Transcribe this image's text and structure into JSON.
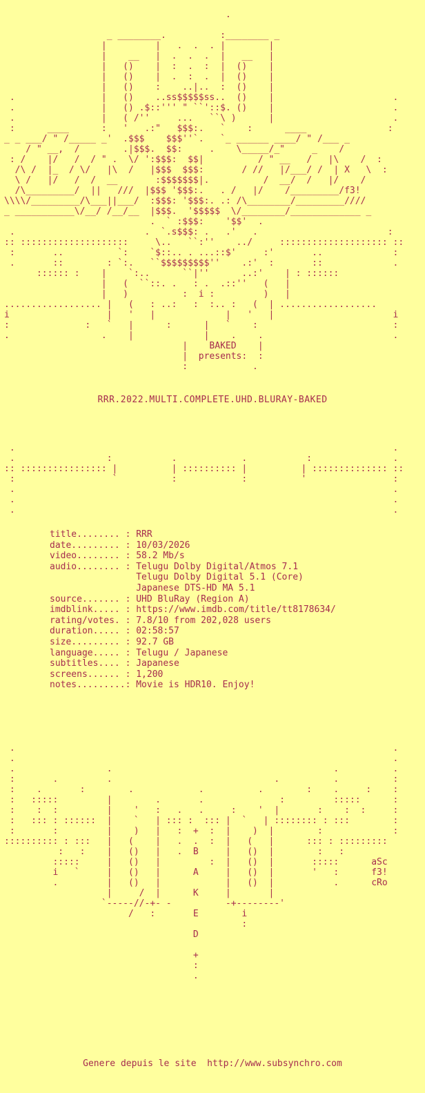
{
  "page": {
    "background_color": "#ffff9e",
    "text_color": "#a62c4e"
  },
  "release": {
    "name": "RRR.2022.MULTI.COMPLETE.UHD.BLURAY-BAKED",
    "group": "BAKED",
    "presents_label": "presents:",
    "info": {
      "title": "RRR",
      "date": "10/03/2026",
      "video": "58.2 Mb/s",
      "audio": [
        "Telugu Dolby Digital/Atmos 7.1",
        "Telugu Dolby Digital 5.1 (Core)",
        "Japanese DTS-HD MA 5.1"
      ],
      "source": "UHD BluRay (Region A)",
      "imdblink": "https://www.imdb.com/title/tt8178634/",
      "rating_votes": "7.8/10 from 202,028 users",
      "duration": "02:58:57",
      "size": "92.7 GB",
      "language": "Telugu / Japanese",
      "subtitles": "Japanese",
      "screens": "1,200",
      "notes": "Movie is HDR10. Enjoy!"
    },
    "info_lines": [
      "title........ : RRR",
      "date......... : 10/03/2026",
      "video........ : 58.2 Mb/s",
      "audio........ : Telugu Dolby Digital/Atmos 7.1",
      "                Telugu Dolby Digital 5.1 (Core)",
      "                Japanese DTS-HD MA 5.1",
      "source....... : UHD BluRay (Region A)",
      "imdblink..... : https://www.imdb.com/title/tt8178634/",
      "rating/votes. : 7.8/10 from 202,028 users",
      "duration..... : 02:58:57",
      "size......... : 92.7 GB",
      "language..... : Telugu / Japanese",
      "subtitles.... : Japanese",
      "screens...... : 1,200",
      "notes.........: Movie is HDR10. Enjoy!"
    ],
    "credits": [
      "aSc",
      "f3!",
      "cRo"
    ]
  },
  "ascii": {
    "header_art_lines": [
      "                                         .",
      "",
      "                   _ ________.          :________ _",
      "                  |         |   .  .  . |        |",
      "                  |    __   |  .  .  .  |   __   |",
      "                  |   ()    |  :  .  :  |  ()    |",
      "                  |   ()    |  .  :  .  |  ()    |",
      "                  |   ()    :    ..|..  :  ()    |",
      " .                |   ()    ..ss$$$$$ss..  ()    |                      .",
      " .                |   () .$::''' \" ``'::$. ()    |                      .",
      " .                |   ( /''     ...   ``\\ )      |                      .",
      " :      ____      :   '   .:\"   $$$:.   `    :      ____               :",
      "_ _ ___/ \" /_____ _'  .$$$    $$$''`.   `_ ______ ____/ \" /___ _",
      "    / \" __,  /        .|$$$.  $$:     .    \\_____/_\"     _    /",
      " : /    |/   /  / \" .  \\/ ':$$$:  $$|          / \" __   /   |\\    /  :",
      "  /\\ /  |_  / \\/   |\\  /   |$$$  $$$:       / //   |/___/ /  | X   \\  :",
      "  \\ /   |/   /  /  __       :$$$$$$$|.          /  __/  /   |/    /",
      "  /\\_________/  ||   ///  |$$$ '$$$:.   . /   |/    /_________/f3!",
      "\\\\\\\\/_________/\\___||___/  :$$$: '$$$:. .: /\\________/_________////",
      "_ ___________\\/__/ /__/__  |$$$.  '$$$$$  \\/________/_____________ _",
      "                           .  ` :$$$:    '$$'  .",
      " .                        .  `.s$$$: .   .'   .                        :",
      ":: ::::::::::::::::::::     \\..   ``:''    ../     :::::::::::::::::::: ::",
      " :       ..          `:    `$::.. . ...::$'     :'       ..             :",
      " .       ::        : `:.   ``$$$$$$$$$''    .:'  :       ::             .",
      "      :::::: :    |    `:..      ``|''      ..:'    | : ::::::",
      "                  |   (  ``::. .   : .  .::''   (   |",
      "                  |   )          :  i :         )   |",
      ".................. |   (   : ..:   :  :.. :   (  | ..................",
      "i                  |   '   |             |   '   |                      i",
      ":              :   `   |      :      |   `    :                         :",
      ".                 .    |             |    .    .                        .",
      "                                 |    BAKED    |",
      "                                 |  presents:  :",
      "                                 :            ."
    ],
    "divider_art_lines": [
      " .                                                                      .",
      " .                 :           .            .           :               .",
      ":: :::::::::::::::: |          | :::::::::: |          | :::::::::::::: ::",
      " :                  `          :            :          '                :",
      " .                                                                      .",
      " .                                                                      .",
      " .                                                                      ."
    ],
    "footer_art_lines": [
      " .                                                                      .",
      " .                                                                      .",
      " .                 .                                         .          .",
      " :       .         .                              .          .          :",
      " :    .       :        .            .          .        :    .     :    :",
      " :   :::::         |        .       .              :         :::::      :",
      " :    :  :         |    '   :   .   .     :    '  |       :    :  :     :",
      " :   ::: : ::::::  |    `   | ::: :  ::: |  `   | :::::::: : :::        :",
      " :       :         |    )   |   :  +  :  |    )  |        :             :",
      ":::::::::: : :::   |   (    |   .  .  :  |   (   |      ::: : :::::::::",
      "          :   :    |   ()   |   .  B     |   ()  |        :   :",
      "         :::::     |   ()   |         :  |   ()  |       :::::      aSc",
      "         i   `     |   ()   |      A     |   ()  |       '   :      f3!",
      "         .         |   ()   |            |   ()  |           .      cRo",
      "                   |     /  |      K     |       |",
      "                  `-----//-+- -          -+--------'",
      "                       /   :       E        i",
      "                                            :",
      "                                   D",
      "",
      "                                   +",
      "                                   :",
      "                                   ."
    ]
  },
  "footer": {
    "text": "Genere depuis le site  http://www.subsynchro.com"
  }
}
